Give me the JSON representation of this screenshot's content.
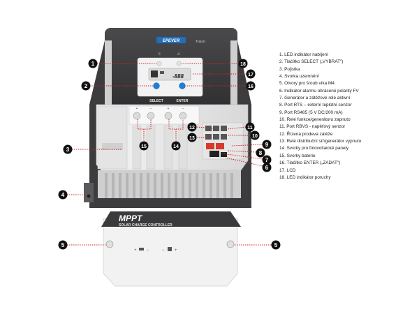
{
  "device": {
    "brand_logo": "EPEVER",
    "model": "Tracer",
    "lcd_digits": "-888",
    "select_label": "SELECT",
    "enter_label": "ENTER",
    "cover_title": "MPPT",
    "cover_subtitle": "SOLAR CHARGE CONTROLLER",
    "terminal_plus": "+",
    "terminal_minus": "−",
    "colors": {
      "body_dark": "#3a3a3c",
      "housing": "#e9e9e9",
      "heatsink": "#d2d2d2",
      "button_blue": "#1e7fd6",
      "callout": "#111111",
      "leader": "#d42121"
    }
  },
  "callouts": [
    {
      "id": "1",
      "number": "1",
      "text": "LED indikátor nabíjení"
    },
    {
      "id": "2",
      "number": "2",
      "text": "Tlačítko SELECT („VYBRAT\")"
    },
    {
      "id": "3",
      "number": "3",
      "text": "Pojistka"
    },
    {
      "id": "4",
      "number": "4",
      "text": "Svorka uzemnění"
    },
    {
      "id": "5",
      "number": "5",
      "text": "Otvory pro šroub víka M4"
    },
    {
      "id": "6",
      "number": "6",
      "text": "Indikátor alarmu obrácené polarity FV"
    },
    {
      "id": "7",
      "number": "7",
      "text": "Generátor a zátěžové relé aktivní"
    },
    {
      "id": "8",
      "number": "8",
      "text": "Port RTS – externí teplotní senzor"
    },
    {
      "id": "9",
      "number": "9",
      "text": "Port RS485 (5 V DC/200 mA)"
    },
    {
      "id": "10",
      "number": "10",
      "text": "Relé funkce/generátoru zapnuto"
    },
    {
      "id": "11",
      "number": "11",
      "text": "Port RBVS - napěťový senzor"
    },
    {
      "id": "12",
      "number": "12",
      "text": "Řízená prodeva zátěže"
    },
    {
      "id": "13",
      "number": "13",
      "text": "Relé distribuční síť/generátor vypnuto"
    },
    {
      "id": "14",
      "number": "14",
      "text": "Svorky pro fotovoltaické panely"
    },
    {
      "id": "15",
      "number": "15",
      "text": "Svorky baterie"
    },
    {
      "id": "16",
      "number": "16",
      "text": "Tlačítko ENTER („ZADAT\")"
    },
    {
      "id": "17",
      "number": "17",
      "text": "LCD"
    },
    {
      "id": "18",
      "number": "18",
      "text": "LED indikátor poruchy"
    }
  ]
}
